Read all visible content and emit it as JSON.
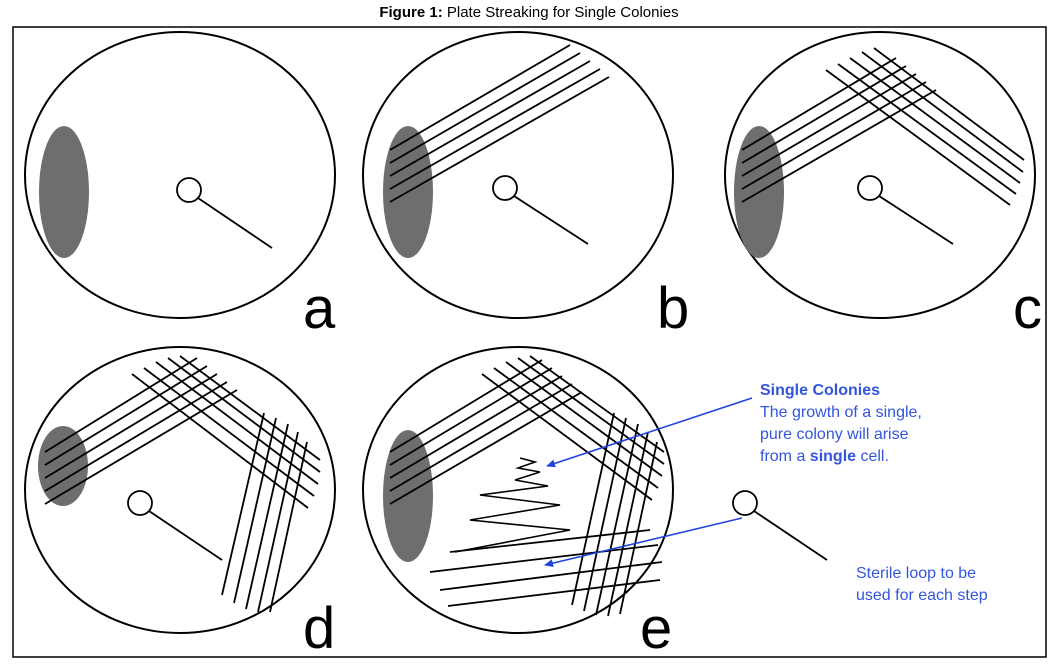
{
  "title": {
    "bold": "Figure 1:",
    "rest": " Plate Streaking for Single Colonies"
  },
  "panels": [
    "a",
    "b",
    "c",
    "d",
    "e"
  ],
  "annotations": {
    "single_colonies": {
      "heading": "Single Colonies",
      "line1": "The growth of a single,",
      "line2": "pure colony will arise",
      "line3_pre": "from a ",
      "line3_bold": "single",
      "line3_post": " cell."
    },
    "sterile_loop": {
      "line1": "Sterile loop to be",
      "line2": "used for each step"
    }
  },
  "colors": {
    "inoculum": "#6e6e6e",
    "annotation": "#3355dd"
  }
}
